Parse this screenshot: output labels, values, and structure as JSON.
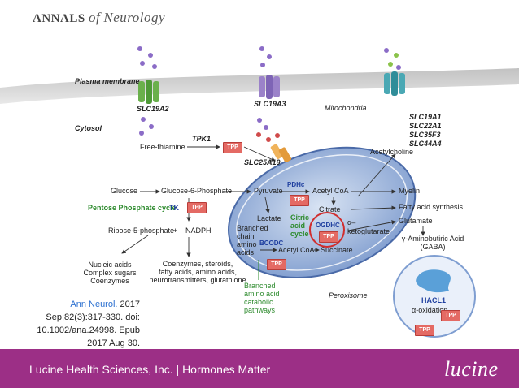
{
  "header": {
    "journal_prefix": "ANNALS",
    "journal_of": "of",
    "journal_name": "Neurology"
  },
  "membrane": {
    "plasma_membrane": "Plasma membrane",
    "cytosol": "Cytosol",
    "mitochondria": "Mitochondria",
    "peroxisome": "Peroxisome"
  },
  "transporters": {
    "t1": "SLC19A2",
    "t2": "SLC19A3",
    "t3": "SLC19A1",
    "t3b": "SLC22A1",
    "t3c": "SLC35F3",
    "t3d": "SLC44A4",
    "mito": "SLC25A19"
  },
  "cytosol": {
    "tpk1": "TPK1",
    "free_thiamine": "Free-thiamine",
    "glucose": "Glucose",
    "g6p": "Glucose-6-Phosphate",
    "ppp": "Pentose Phosphate cycle",
    "tk": "TK",
    "r5p": "Ribose-5-phosphate",
    "plus": "+",
    "nadph": "NADPH",
    "nucleic1": "Nucleic acids",
    "nucleic2": "Complex sugars",
    "nucleic3": "Coenzymes",
    "coenz1": "Coenzymes, steroids,",
    "coenz2": "fatty acids, amino acids,",
    "coenz3": "neurotransmitters, glutathione"
  },
  "mito": {
    "pdhc": "PDHc",
    "pyruvate": "Pyruvate",
    "acetylcoa1": "Acetyl CoA",
    "lactate": "Lactate",
    "citric1": "Citric",
    "citric2": "acid",
    "citric3": "cycle",
    "ogdhc": "OGDHC",
    "bcaa1": "Branched",
    "bcaa2": "chain",
    "bcaa3": "amino",
    "bcaa4": "acids",
    "bcodc": "BCODC",
    "acetylcoa2": "Acetyl CoA",
    "succinate": "Succinate",
    "citrate": "Citrate",
    "alpha": "α–",
    "akg": "ketoglutarate"
  },
  "right": {
    "acetylcholine": "Acetylcholine",
    "myelin": "Myelin",
    "fatty": "Fatty acid synthesis",
    "glutamate": "Glutamate",
    "gaba": "γ-Aminobutiric Acid",
    "gaba2": "(GABA)"
  },
  "catabolic": {
    "c1": "Branched",
    "c2": "amino acid",
    "c3": "catabolic",
    "c4": "pathways"
  },
  "perox": {
    "hacl1": "HACL1",
    "alpha_ox": "α-oxidation"
  },
  "tpp_label": "TPP",
  "citation": {
    "link": "Ann Neurol.",
    "rest1": " 2017",
    "line2": "Sep;82(3):317-330. doi:",
    "line3": "10.1002/ana.24998. Epub",
    "line4": "2017 Aug 30."
  },
  "footer": {
    "text": "Lucine Health Sciences, Inc.   |   Hormones Matter",
    "logo": "lucine"
  },
  "colors": {
    "tpp": "#e46a64",
    "footer": "#9c2f86",
    "mito": "#5b7fbf",
    "link": "#2a6fd0"
  }
}
